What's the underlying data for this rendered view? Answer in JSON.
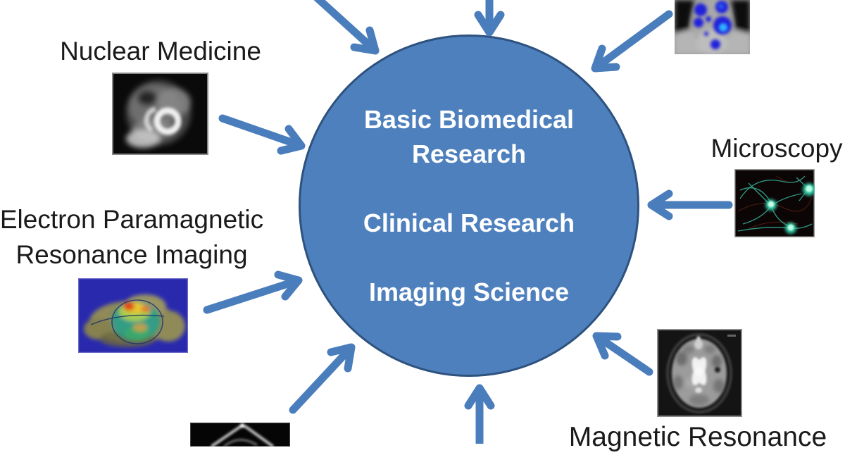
{
  "center": {
    "line1": "Basic Biomedical Research",
    "line2": "Clinical Research",
    "line3": "Imaging Science"
  },
  "labels": {
    "nuclear_medicine": "Nuclear Medicine",
    "epri": "Electron Paramagnetic Resonance Imaging",
    "microscopy": "Microscopy",
    "magnetic_resonance": "Magnetic Resonance"
  },
  "images": {
    "nuclear_medicine": "nuclear-medicine-scan",
    "epri": "epr-mouse-heatmap",
    "optical": "optical-imaging-mouse",
    "microscopy": "fluorescence-neurons",
    "magnetic_resonance": "brain-mri-axial",
    "bottom": "grayscale-ultrasound-scan"
  },
  "colors": {
    "circle_fill": "#4e80bd",
    "circle_border": "#2e527e",
    "arrow": "#4a7dbb",
    "epri_background": "#2929ae",
    "label_text": "#1a1a1a",
    "circle_text": "#ffffff"
  }
}
